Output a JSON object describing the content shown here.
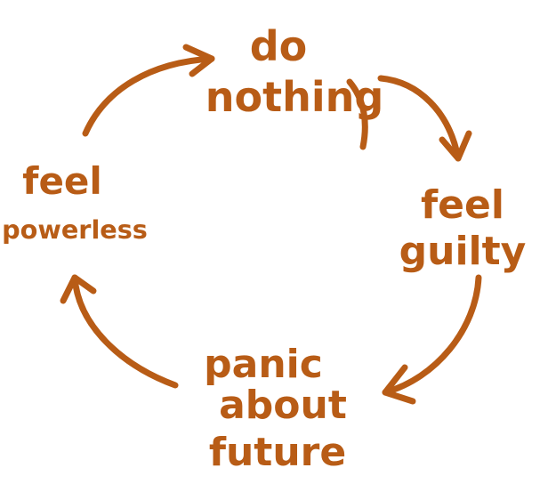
{
  "diagram": {
    "type": "cycle",
    "ink_color": "#b85c16",
    "background_color": "#ffffff",
    "nodes": [
      {
        "id": "do-nothing",
        "lines": [
          "do",
          "nothing"
        ]
      },
      {
        "id": "feel-guilty",
        "lines": [
          "feel",
          "guilty"
        ]
      },
      {
        "id": "panic-about-future",
        "lines": [
          "panic",
          "about",
          "future"
        ]
      },
      {
        "id": "feel-powerless",
        "lines": [
          "feel",
          "powerless"
        ]
      }
    ],
    "edges": [
      {
        "from": "do-nothing",
        "to": "feel-guilty"
      },
      {
        "from": "feel-guilty",
        "to": "panic-about-future"
      },
      {
        "from": "panic-about-future",
        "to": "feel-powerless"
      },
      {
        "from": "feel-powerless",
        "to": "do-nothing"
      }
    ]
  }
}
